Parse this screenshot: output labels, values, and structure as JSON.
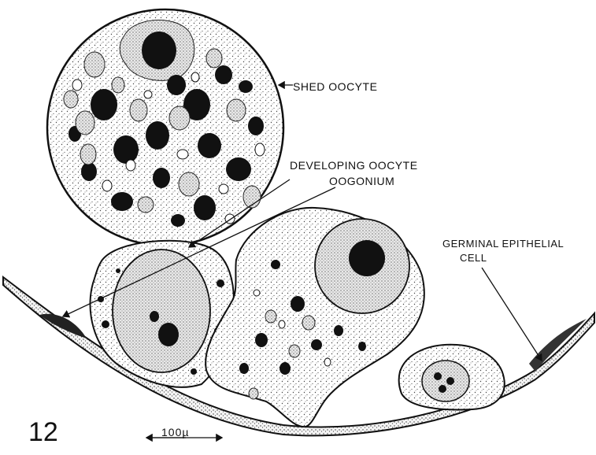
{
  "labels": {
    "shed_oocyte": "SHED OOCYTE",
    "developing_oocyte": "DEVELOPING OOCYTE",
    "oogonium": "OOGONIUM",
    "germinal_line1": "GERMINAL EPITHELIAL",
    "germinal_line2": "CELL",
    "figure_number": "12",
    "scale_bar": "100µ"
  },
  "colors": {
    "ink": "#111111",
    "stipple": "#555555",
    "paper": "#ffffff"
  }
}
